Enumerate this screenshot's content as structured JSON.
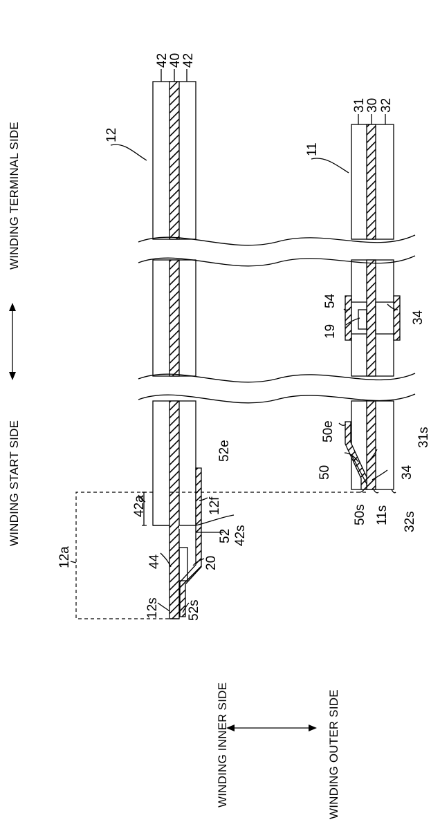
{
  "captions": {
    "winding_start_side": "WINDING START SIDE",
    "winding_terminal_side": "WINDING TERMINAL SIDE",
    "winding_inner_side": "WINDING INNER SIDE",
    "winding_outer_side": "WINDING OUTER SIDE"
  },
  "labels": {
    "l42_top_a": "42",
    "l40": "40",
    "l42_top_b": "42",
    "l31": "31",
    "l30": "30",
    "l32": "32",
    "l12": "12",
    "l11": "11",
    "l54": "54",
    "l19": "19",
    "l34_mid": "34",
    "l50e": "50e",
    "l31s": "31s",
    "l52e": "52e",
    "l50": "50",
    "l34_low": "34",
    "l42a": "42a",
    "l12f": "12f",
    "l42s": "42s",
    "l52": "52",
    "l44": "44",
    "l20": "20",
    "l12s": "12s",
    "l52s": "52s",
    "l12a": "12a",
    "l50s": "50s",
    "l11s": "11s",
    "l32s": "32s"
  }
}
